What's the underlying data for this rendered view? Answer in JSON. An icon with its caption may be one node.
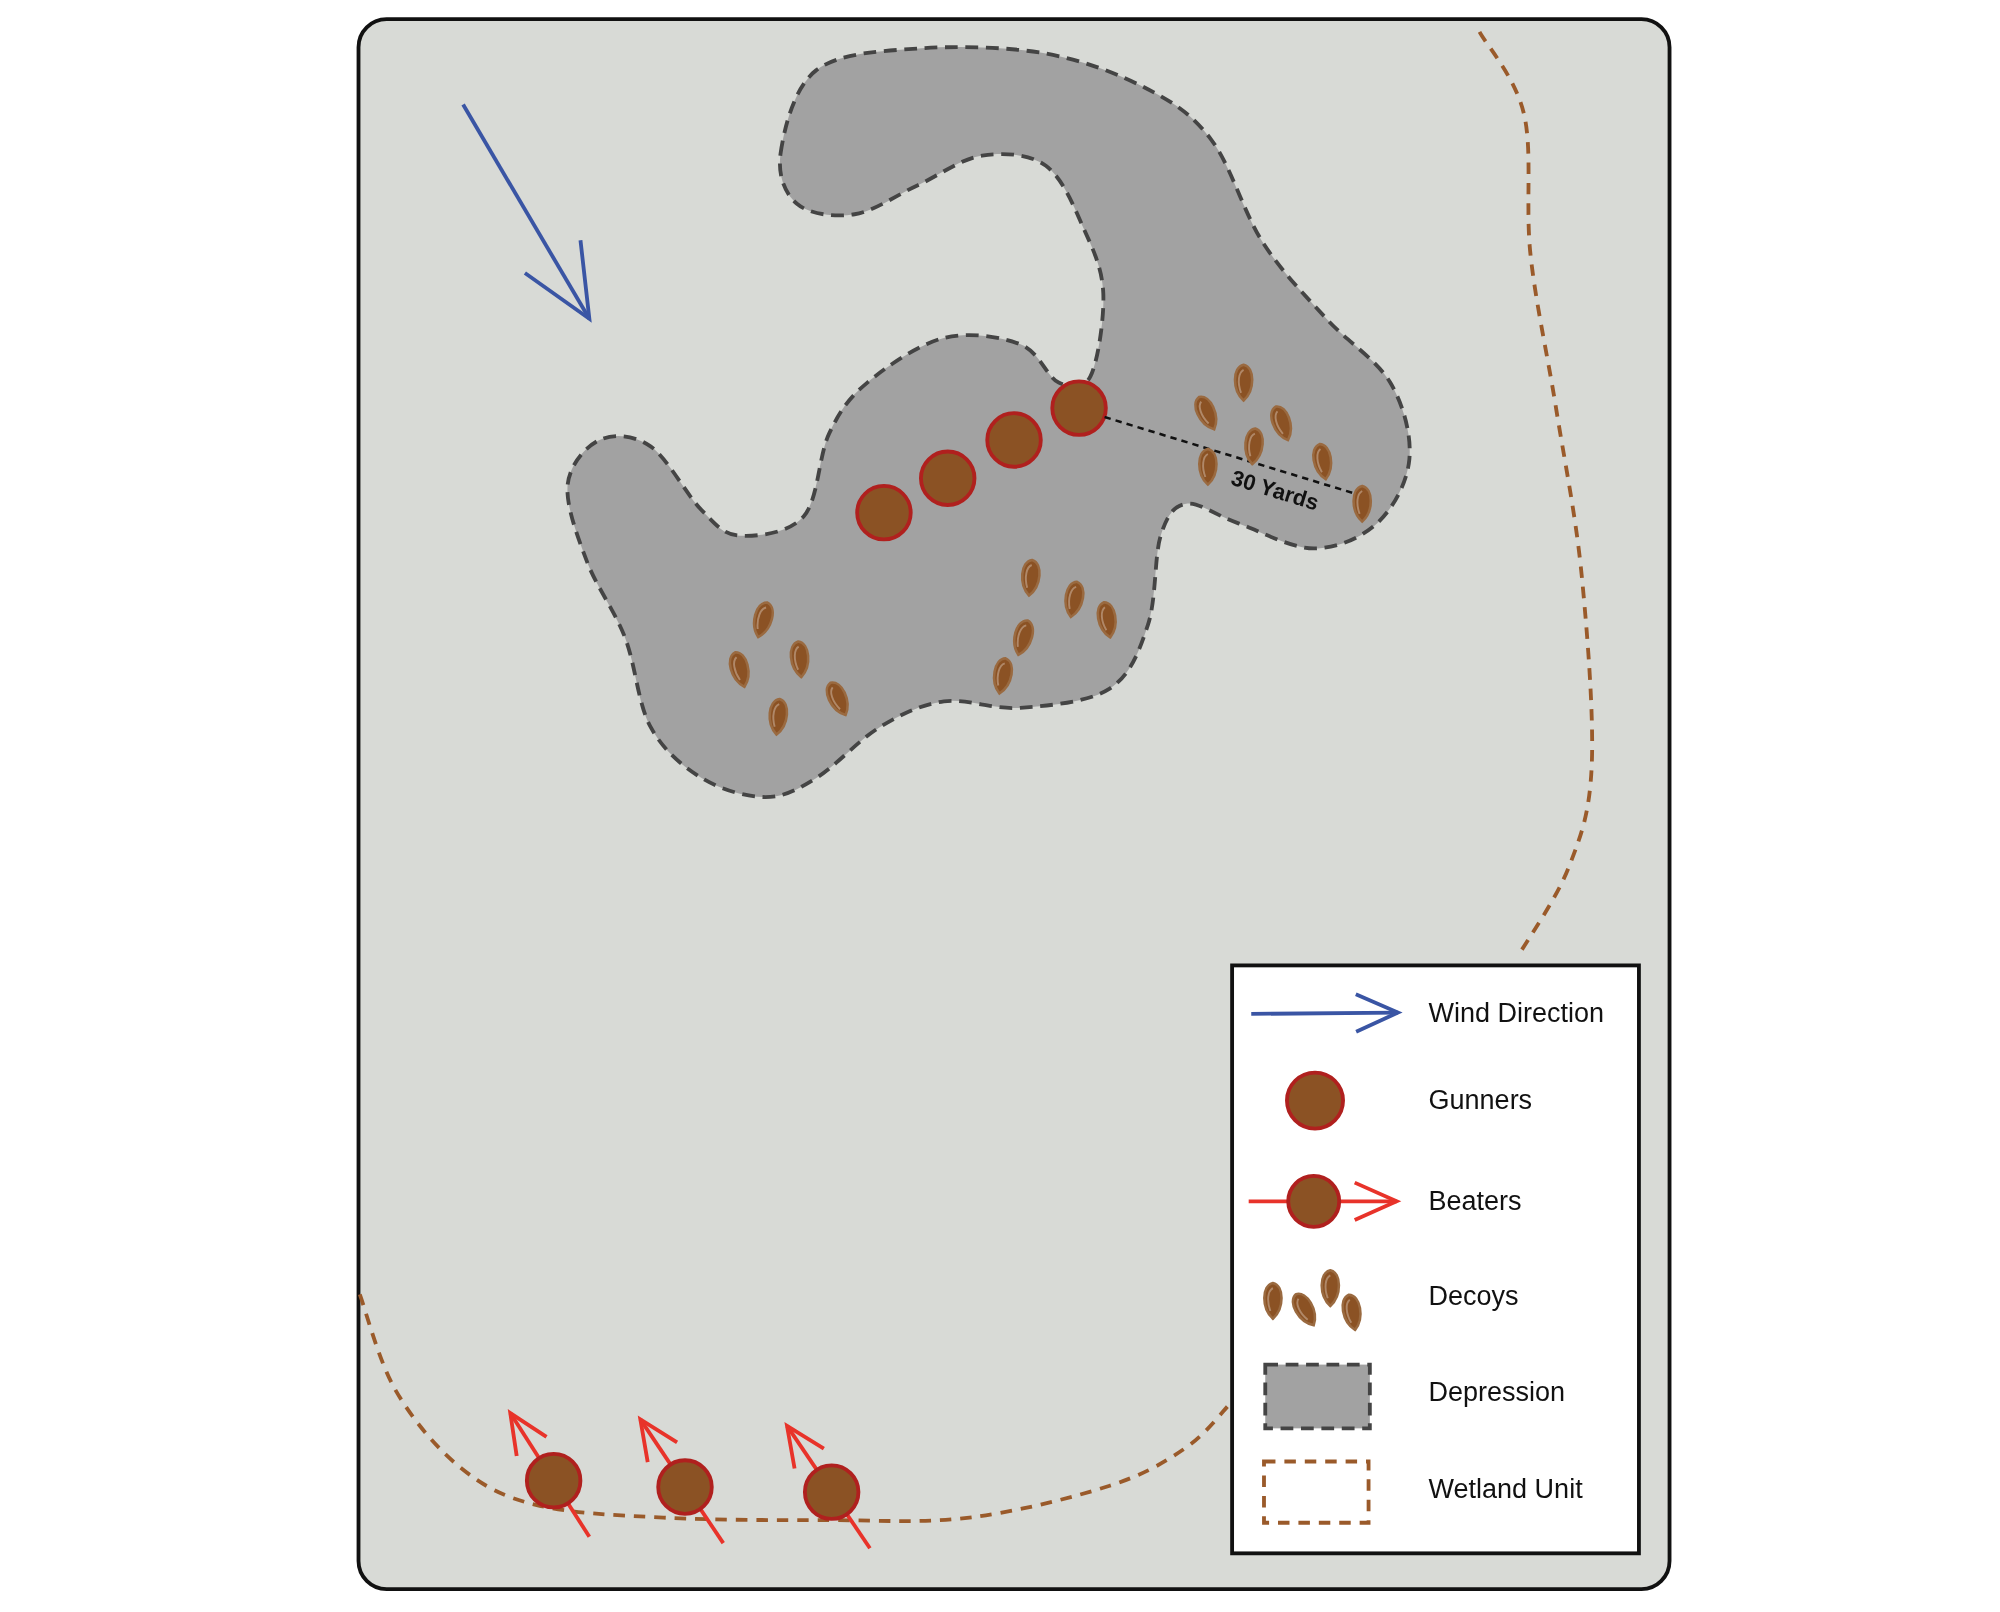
{
  "diagram": {
    "labels": [
      "30 Yards"
    ],
    "legend": [
      {
        "text": "Wind Direction"
      },
      {
        "text": "Gunners"
      },
      {
        "text": "Beaters"
      },
      {
        "text": "Decoys"
      },
      {
        "text": "Depression"
      },
      {
        "text": "Wetland Unit"
      }
    ]
  }
}
